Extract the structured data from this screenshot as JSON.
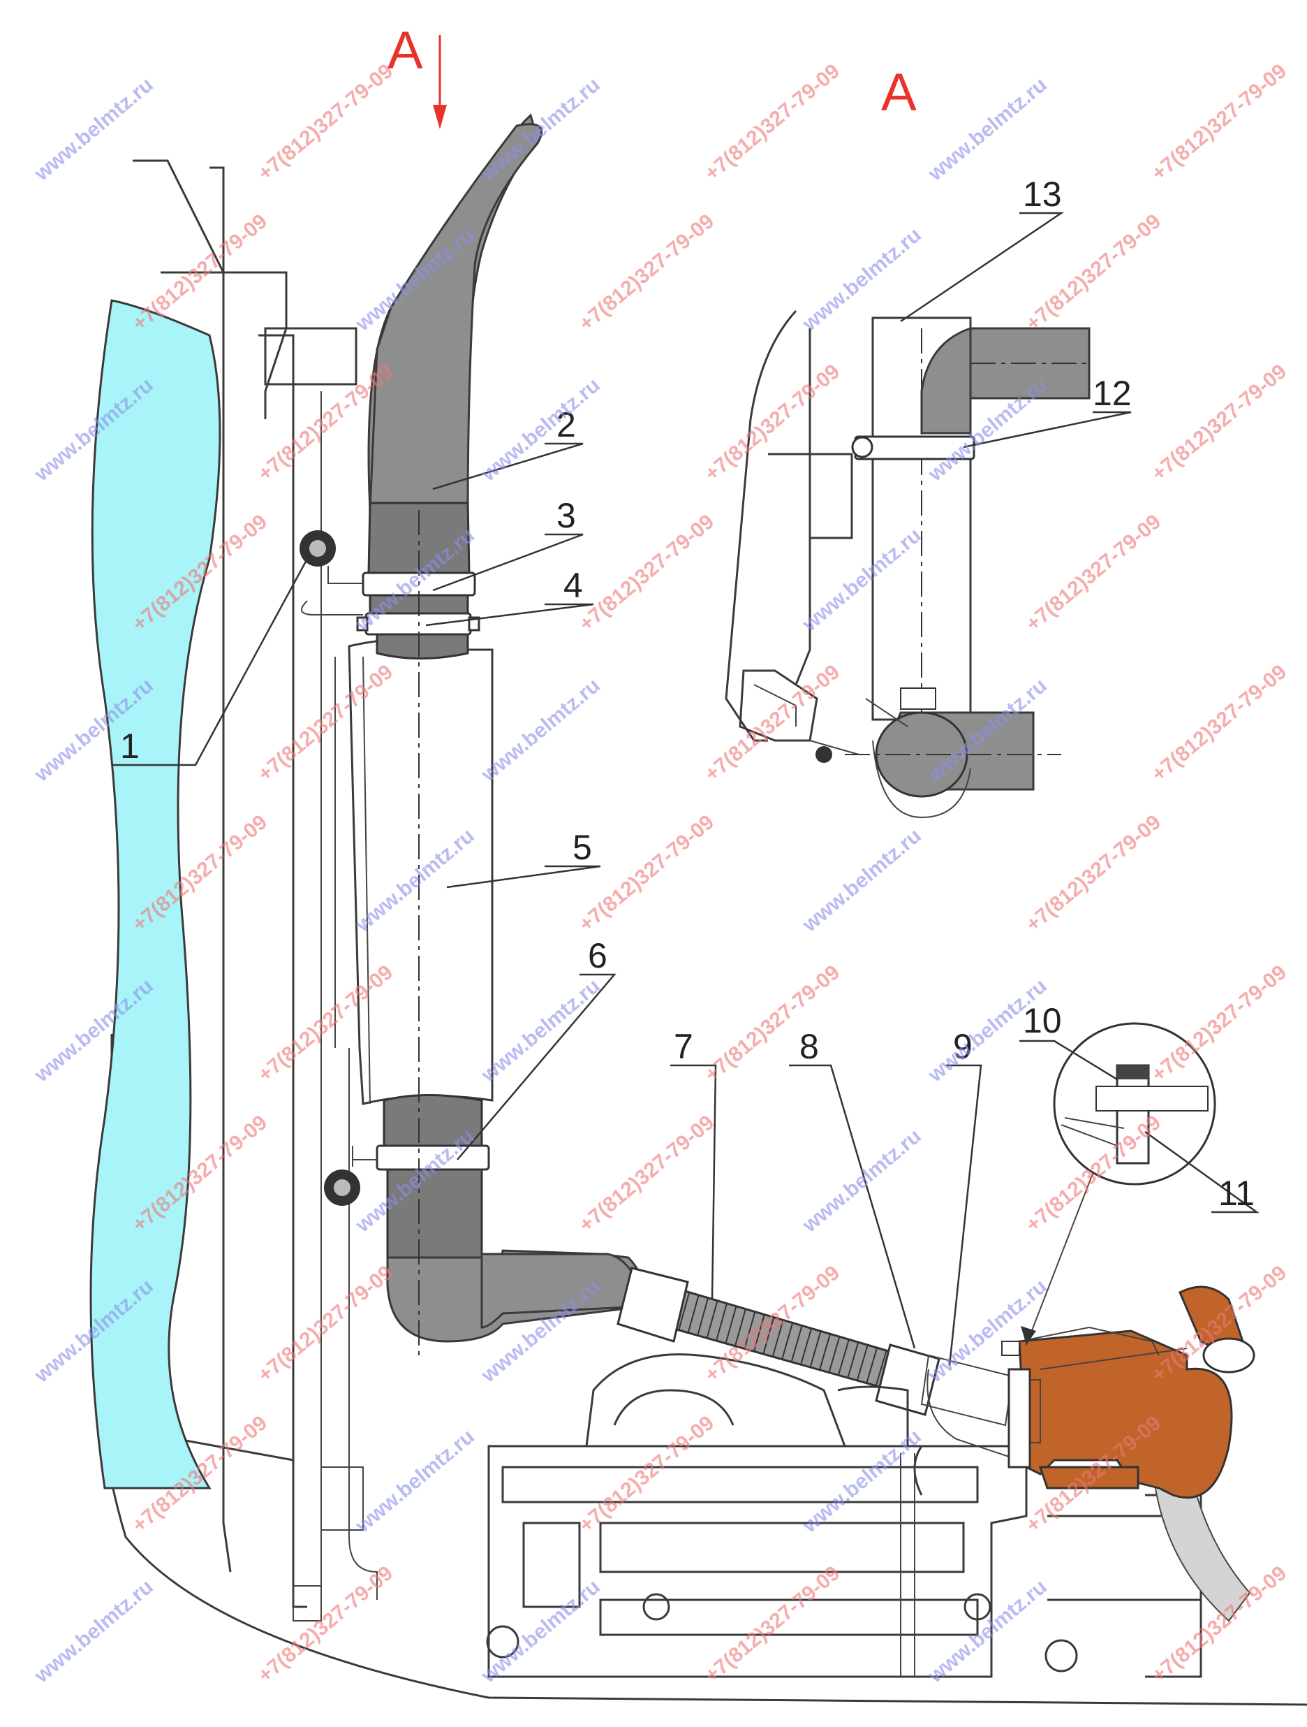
{
  "view_labels": {
    "arrow_label": "А",
    "section_label": "А"
  },
  "callouts": [
    {
      "id": "1",
      "label": "1"
    },
    {
      "id": "2",
      "label": "2"
    },
    {
      "id": "3",
      "label": "3"
    },
    {
      "id": "4",
      "label": "4"
    },
    {
      "id": "5",
      "label": "5"
    },
    {
      "id": "6",
      "label": "6"
    },
    {
      "id": "7",
      "label": "7"
    },
    {
      "id": "8",
      "label": "8"
    },
    {
      "id": "9",
      "label": "9"
    },
    {
      "id": "10",
      "label": "10"
    },
    {
      "id": "11",
      "label": "11"
    },
    {
      "id": "12",
      "label": "12"
    },
    {
      "id": "13",
      "label": "13"
    }
  ],
  "watermarks": {
    "site": "www.belmtz.ru",
    "phone": "+7(812)327-79-09"
  },
  "colors": {
    "label_red": "#e8332b",
    "radiator_fill": "#a8f4f8",
    "pipe_gray": "#8e8e8e",
    "turbo_orange": "#c0642a",
    "watermark_blue": "#8a8fe8",
    "watermark_red": "#ef7777"
  }
}
